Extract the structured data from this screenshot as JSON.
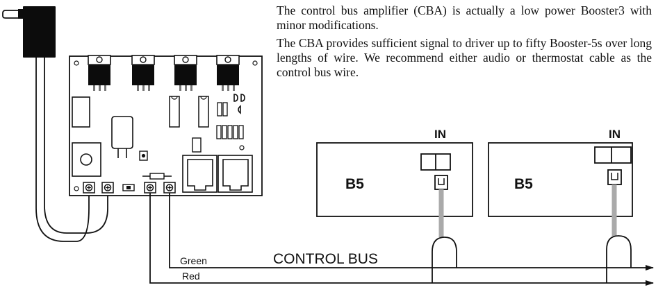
{
  "description": {
    "paragraph_1": "The control bus amplifier (CBA) is actually a low power Booster3 with minor modifications.",
    "paragraph_2": "The CBA provides sufficient signal to driver up to fifty Booster-5s over long lengths of wire. We recommend either audio or thermostat cable as the control bus wire."
  },
  "boosters": [
    {
      "label": "B5",
      "input_label": "IN"
    },
    {
      "label": "B5",
      "input_label": "IN"
    }
  ],
  "bus": {
    "title": "CONTROL BUS",
    "wire_1": "Green",
    "wire_2": "Red"
  }
}
